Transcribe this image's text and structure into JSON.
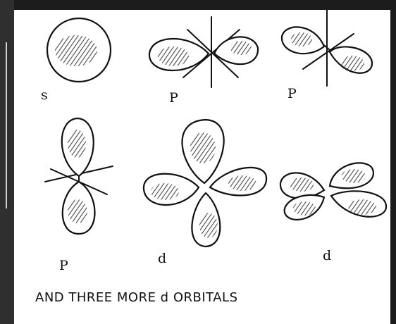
{
  "orbitals": [
    {
      "label": "s"
    },
    {
      "label": "P"
    },
    {
      "label": "P"
    },
    {
      "label": "P"
    },
    {
      "label": "d"
    },
    {
      "label": "d"
    }
  ],
  "caption": "AND THREE MORE d ORBITALS"
}
